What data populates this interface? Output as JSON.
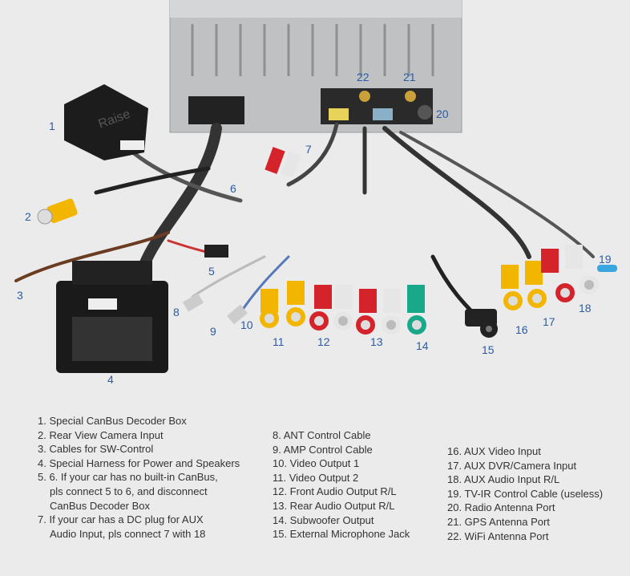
{
  "callouts": [
    "1",
    "2",
    "3",
    "4",
    "5",
    "6",
    "7",
    "8",
    "9",
    "10",
    "11",
    "12",
    "13",
    "14",
    "15",
    "16",
    "17",
    "18",
    "19",
    "20",
    "21",
    "22"
  ],
  "decoder_label": "Raise",
  "legend": {
    "col1": [
      "1. Special CanBus Decoder Box",
      "2. Rear View Camera Input",
      "3. Cables for SW-Control",
      "4. Special Harness for Power and Speakers",
      "5. 6. If your car has no built-in CanBus,",
      "pls connect 5 to 6, and disconnect",
      "CanBus Decoder Box",
      "7. If your car has a DC plug for AUX",
      "Audio Input, pls connect 7 with 18"
    ],
    "col2": [
      "8. ANT Control Cable",
      "9. AMP Control Cable",
      "10. Video Output 1",
      "11. Video Output 2",
      "12. Front Audio Output R/L",
      "13. Rear Audio Output R/L",
      "14. Subwoofer Output",
      "15. External Microphone Jack"
    ],
    "col3": [
      "16. AUX Video Input",
      "17. AUX DVR/Camera Input",
      "18. AUX Audio Input R/L",
      "19. TV-IR Control Cable (useless)",
      "20. Radio Antenna Port",
      "21. GPS Antenna Port",
      "22. WiFi Antenna Port"
    ]
  },
  "colors": {
    "callout": "#2b5ba3",
    "background": "#ebebeb",
    "rca_yellow": "#f2b600",
    "rca_red": "#d4232a",
    "rca_white": "#e6e6e6",
    "rca_green": "#1aa88a"
  }
}
